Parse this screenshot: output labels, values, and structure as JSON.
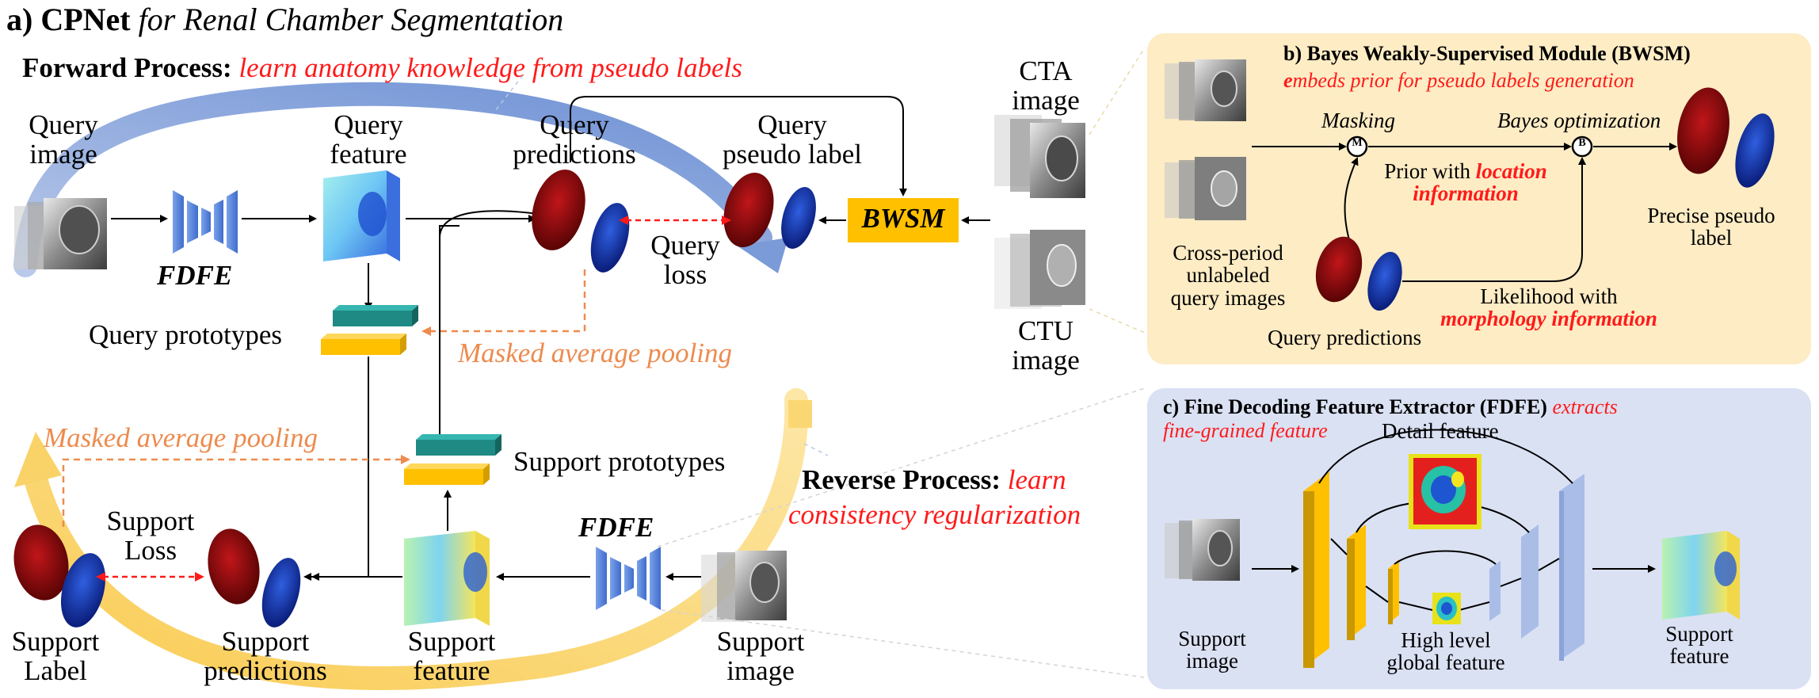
{
  "colors": {
    "forward_arc": "#8ea9db",
    "reverse_arc": "#fbd774",
    "accent_red": "#ff1a1a",
    "dashed_orange": "#ed8b4e",
    "bwsm_fill": "#ffc000",
    "prototype_teal": "#1f8a84",
    "prototype_yellow": "#ffc000",
    "panel_b_bg": "#fdecc4",
    "panel_c_bg": "#dae1f3",
    "fdfe_blue": "#4f7fd6"
  },
  "panel_a": {
    "title_prefix": "a) CPNet",
    "title_suffix": "for Renal Chamber Segmentation",
    "forward_label": "Forward Process:",
    "forward_desc": "learn anatomy knowledge from pseudo labels",
    "reverse_label": "Reverse Process:",
    "reverse_desc_1": "learn",
    "reverse_desc_2": "consistency regularization",
    "query_image": [
      "Query",
      "image"
    ],
    "query_feature": [
      "Query",
      "feature"
    ],
    "query_predictions": [
      "Query",
      "predictions"
    ],
    "query_pseudo_label": [
      "Query",
      "pseudo label"
    ],
    "query_loss": [
      "Query",
      "loss"
    ],
    "cta_image": [
      "CTA",
      "image"
    ],
    "ctu_image": [
      "CTU",
      "image"
    ],
    "bwsm": "BWSM",
    "fdfe_top": "FDFE",
    "fdfe_bottom": "FDFE",
    "query_prototypes": "Query prototypes",
    "support_prototypes": "Support prototypes",
    "masked_pool_1": "Masked average pooling",
    "masked_pool_2": "Masked average pooling",
    "support_loss": [
      "Support",
      "Loss"
    ],
    "support_label": [
      "Support",
      "Label"
    ],
    "support_predictions": [
      "Support",
      "predictions"
    ],
    "support_feature": [
      "Support",
      "feature"
    ],
    "support_image": [
      "Support",
      "image"
    ]
  },
  "panel_b": {
    "title": "b) Bayes Weakly-Supervised Module (BWSM)",
    "subtitle_first": "e",
    "subtitle_rest": "mbeds prior for pseudo labels generation",
    "masking": "Masking",
    "bayes_opt": "Bayes optimization",
    "m_symbol": "M",
    "b_symbol": "B",
    "prior_prefix": "Prior with",
    "prior_highlight_1": "location",
    "prior_highlight_2": "information",
    "cross_period": [
      "Cross-period",
      "unlabeled",
      "query images"
    ],
    "query_predictions": "Query predictions",
    "likelihood_prefix": "Likelihood with",
    "likelihood_highlight": "morphology information",
    "precise_label": [
      "Precise pseudo",
      "label"
    ]
  },
  "panel_c": {
    "title": "c) Fine Decoding Feature Extractor (FDFE)",
    "title_red_1": "extracts",
    "title_red_2": "fine-grained feature",
    "detail_feature": "Detail feature",
    "support_image": [
      "Support",
      "image"
    ],
    "high_level": [
      "High level",
      "global feature"
    ],
    "support_feature": [
      "Support",
      "feature"
    ]
  }
}
